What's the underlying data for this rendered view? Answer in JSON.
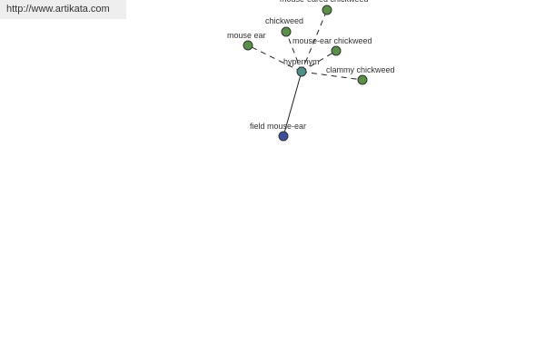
{
  "banner": {
    "url_text": "http://www.artikata.com"
  },
  "graph": {
    "center": {
      "label": "hypernym",
      "color": "#4f8f8a"
    },
    "nodes": [
      {
        "id": "mouse-eared-chickweed",
        "label": "mouse-eared chickweed",
        "color": "#5a8f4a",
        "edge": "dashed"
      },
      {
        "id": "chickweed",
        "label": "chickweed",
        "color": "#5a8f4a",
        "edge": "dashed"
      },
      {
        "id": "mouse-ear",
        "label": "mouse ear",
        "color": "#5a8f4a",
        "edge": "dashed"
      },
      {
        "id": "mouse-ear-chickweed",
        "label": "mouse-ear chickweed",
        "color": "#5a8f4a",
        "edge": "dashed"
      },
      {
        "id": "clammy-chickweed",
        "label": "clammy chickweed",
        "color": "#5a8f4a",
        "edge": "dashed"
      },
      {
        "id": "field-mouse-ear",
        "label": "field mouse-ear",
        "color": "#3d4f9a",
        "edge": "solid"
      }
    ]
  }
}
